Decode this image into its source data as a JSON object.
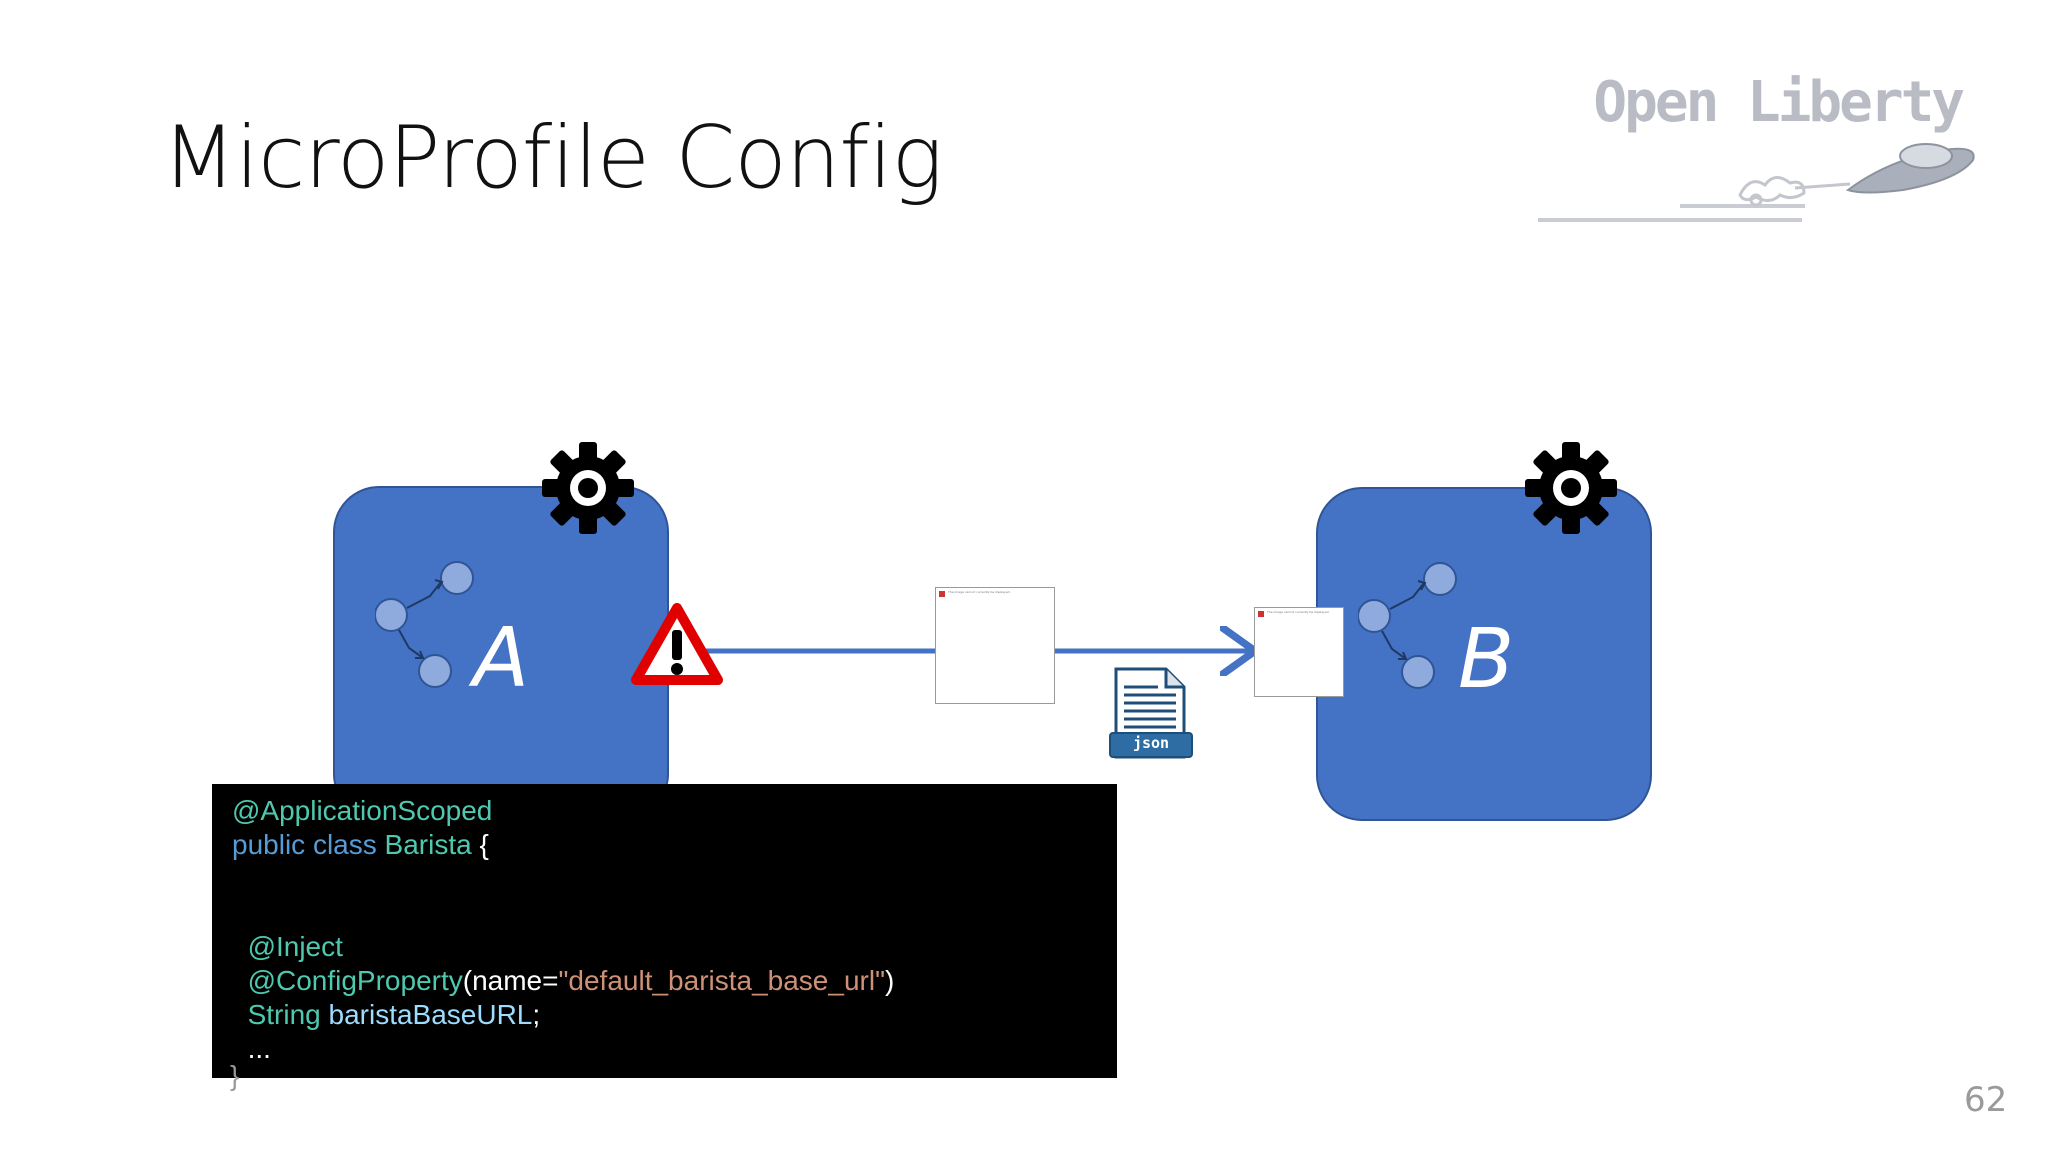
{
  "slide": {
    "title": "MicroProfile Config",
    "page_number": "62"
  },
  "logo": {
    "text": "Open Liberty"
  },
  "services": {
    "a": {
      "label": "A"
    },
    "b": {
      "label": "B"
    }
  },
  "icons": {
    "gear": "gear-icon",
    "warning": "warning-icon",
    "json_document": "json-document-icon",
    "node_graph": "node-graph-icon"
  },
  "json_icon": {
    "label": "json"
  },
  "placeholders": {
    "note": "The image cannot currently be displayed."
  },
  "colors": {
    "service_fill": "#4472c4",
    "service_border": "#2f5597",
    "arrow": "#4472c4",
    "warning_red": "#e00000",
    "code_bg": "#000000",
    "annotation": "#4ec9b0",
    "keyword": "#569cd6",
    "string": "#ce9178"
  },
  "code": {
    "line1": {
      "ann": "@ApplicationScoped"
    },
    "line2": {
      "kw1": "public",
      "kw2": "class",
      "name": "Barista",
      "rest": " {"
    },
    "line5": {
      "ann": "@Inject"
    },
    "line6": {
      "ann": "@ConfigProperty",
      "open": "(name=",
      "str": "\"default_barista_base_url\"",
      "close": ")"
    },
    "line7": {
      "type": "String",
      "name": "baristaBaseURL",
      "end": ";"
    },
    "line8": {
      "text": "..."
    },
    "closing": "}"
  }
}
